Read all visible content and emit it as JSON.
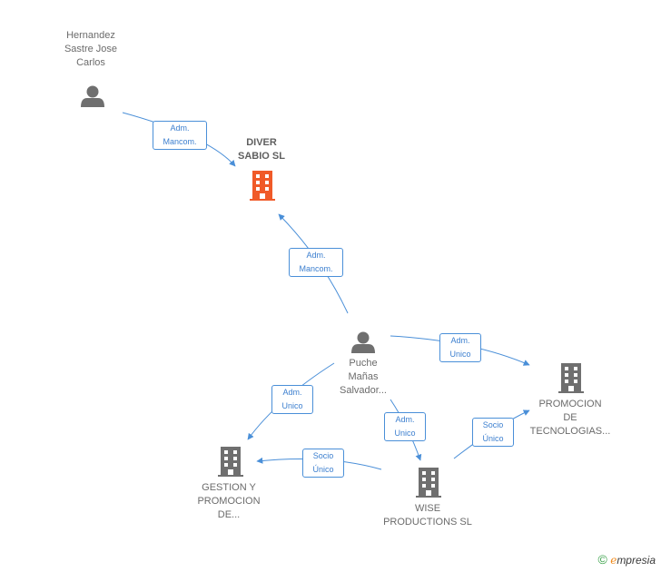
{
  "nodes": {
    "hernandez": {
      "lines": [
        "Hernandez",
        "Sastre Jose",
        "Carlos"
      ],
      "icon": "person-icon"
    },
    "diver": {
      "lines": [
        "DIVER",
        "SABIO SL"
      ],
      "icon": "building-icon"
    },
    "puche": {
      "lines": [
        "Puche",
        "Mañas",
        "Salvador..."
      ],
      "icon": "person-icon"
    },
    "promocion_tec": {
      "lines": [
        "PROMOCION",
        "DE",
        "TECNOLOGIAS..."
      ],
      "icon": "building-icon"
    },
    "gestion": {
      "lines": [
        "GESTION Y",
        "PROMOCION",
        "DE..."
      ],
      "icon": "building-icon"
    },
    "wise": {
      "lines": [
        "WISE",
        "PRODUCTIONS SL"
      ],
      "icon": "building-icon"
    }
  },
  "edges": {
    "hernandez_diver": [
      "Adm.",
      "Mancom."
    ],
    "puche_diver": [
      "Adm.",
      "Mancom."
    ],
    "puche_promocion": [
      "Adm.",
      "Unico"
    ],
    "puche_gestion": [
      "Adm.",
      "Unico"
    ],
    "puche_wise": [
      "Adm.",
      "Unico"
    ],
    "wise_promocion": [
      "Socio",
      "Único"
    ],
    "wise_gestion": [
      "Socio",
      "Único"
    ]
  },
  "colors": {
    "edge": "#4a8fd8",
    "main_node": "#f05a28",
    "node": "#6f6f6f"
  },
  "brand": {
    "copyright": "©",
    "e": "e",
    "rest": "mpresia"
  }
}
